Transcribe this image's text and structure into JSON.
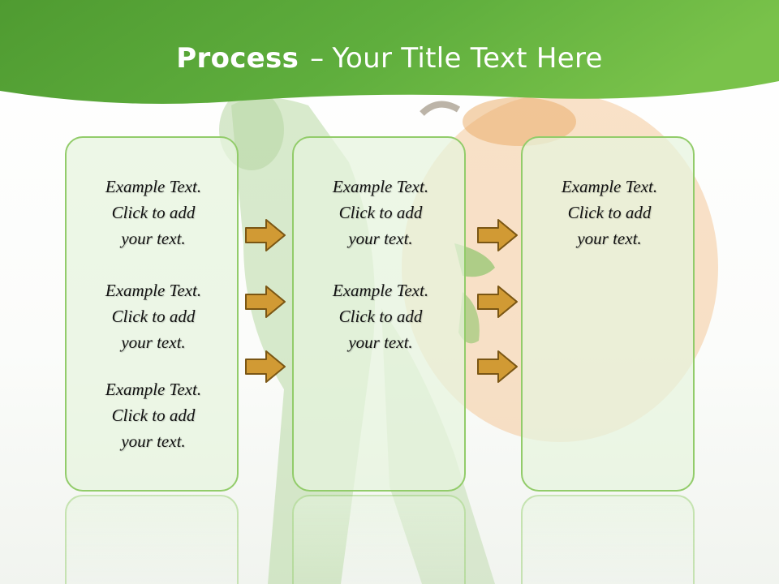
{
  "header": {
    "title_bold": "Process",
    "title_dash": "–",
    "title_rest": "Your Title Text Here"
  },
  "colors": {
    "header_green": "#5aa83a",
    "box_border": "#92cc6a",
    "box_fill": "#e6f4de",
    "arrow_fill": "#d19a34",
    "arrow_stroke": "#7a5614"
  },
  "columns": [
    {
      "paragraphs": [
        {
          "line1": "Example Text.",
          "line2": "Click  to add",
          "line3": "your text."
        },
        {
          "line1": "Example Text.",
          "line2": "Click  to add",
          "line3": "your text."
        },
        {
          "line1": "Example Text.",
          "line2": "Click  to add",
          "line3": "your text."
        }
      ]
    },
    {
      "paragraphs": [
        {
          "line1": "Example Text.",
          "line2": "Click  to add",
          "line3": "your text."
        },
        {
          "line1": "Example Text.",
          "line2": "Click  to add",
          "line3": "your text."
        }
      ]
    },
    {
      "paragraphs": [
        {
          "line1": "Example Text.",
          "line2": "Click  to add",
          "line3": "your text."
        }
      ]
    }
  ],
  "arrows": [
    {
      "icon": "right-arrow-icon"
    },
    {
      "icon": "right-arrow-icon"
    },
    {
      "icon": "right-arrow-icon"
    },
    {
      "icon": "right-arrow-icon"
    },
    {
      "icon": "right-arrow-icon"
    },
    {
      "icon": "right-arrow-icon"
    }
  ]
}
